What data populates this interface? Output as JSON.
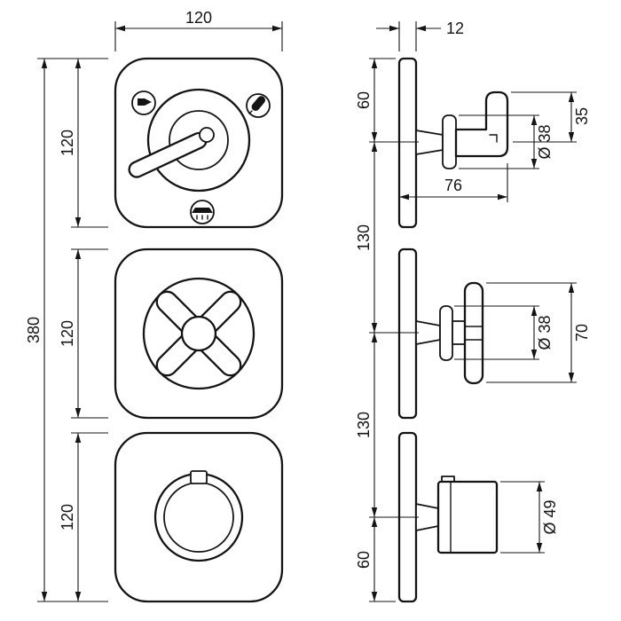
{
  "page": {
    "background": "#ffffff",
    "line_color": "#141414"
  },
  "drawing": {
    "type": "technical-dimension-drawing",
    "views": {
      "front": {
        "modules": [
          {
            "name": "thermostat-lever-module",
            "icons": [
              "bath-spout-icon",
              "hand-shower-icon",
              "overhead-shower-icon"
            ]
          },
          {
            "name": "cross-handle-valve-module"
          },
          {
            "name": "round-knob-valve-module"
          }
        ]
      },
      "side": {
        "modules": [
          "lever-handle-profile",
          "cross-handle-profile",
          "cylindrical-knob-profile"
        ]
      }
    }
  },
  "dimensions": {
    "front": {
      "width": "120",
      "overall_height": "380",
      "module_heights": [
        "120",
        "120",
        "120"
      ]
    },
    "side": {
      "plate_thickness": "12",
      "top_edge_to_axis": "60",
      "axis_spacing_upper": "130",
      "axis_spacing_lower": "130",
      "axis_to_bottom_edge": "60",
      "projection": "76",
      "lever_rise": "35",
      "rosette_diameter_top": "Ø 38",
      "rosette_diameter_middle": "Ø 38",
      "cross_handle_span": "70",
      "knob_diameter": "Ø 49"
    }
  }
}
